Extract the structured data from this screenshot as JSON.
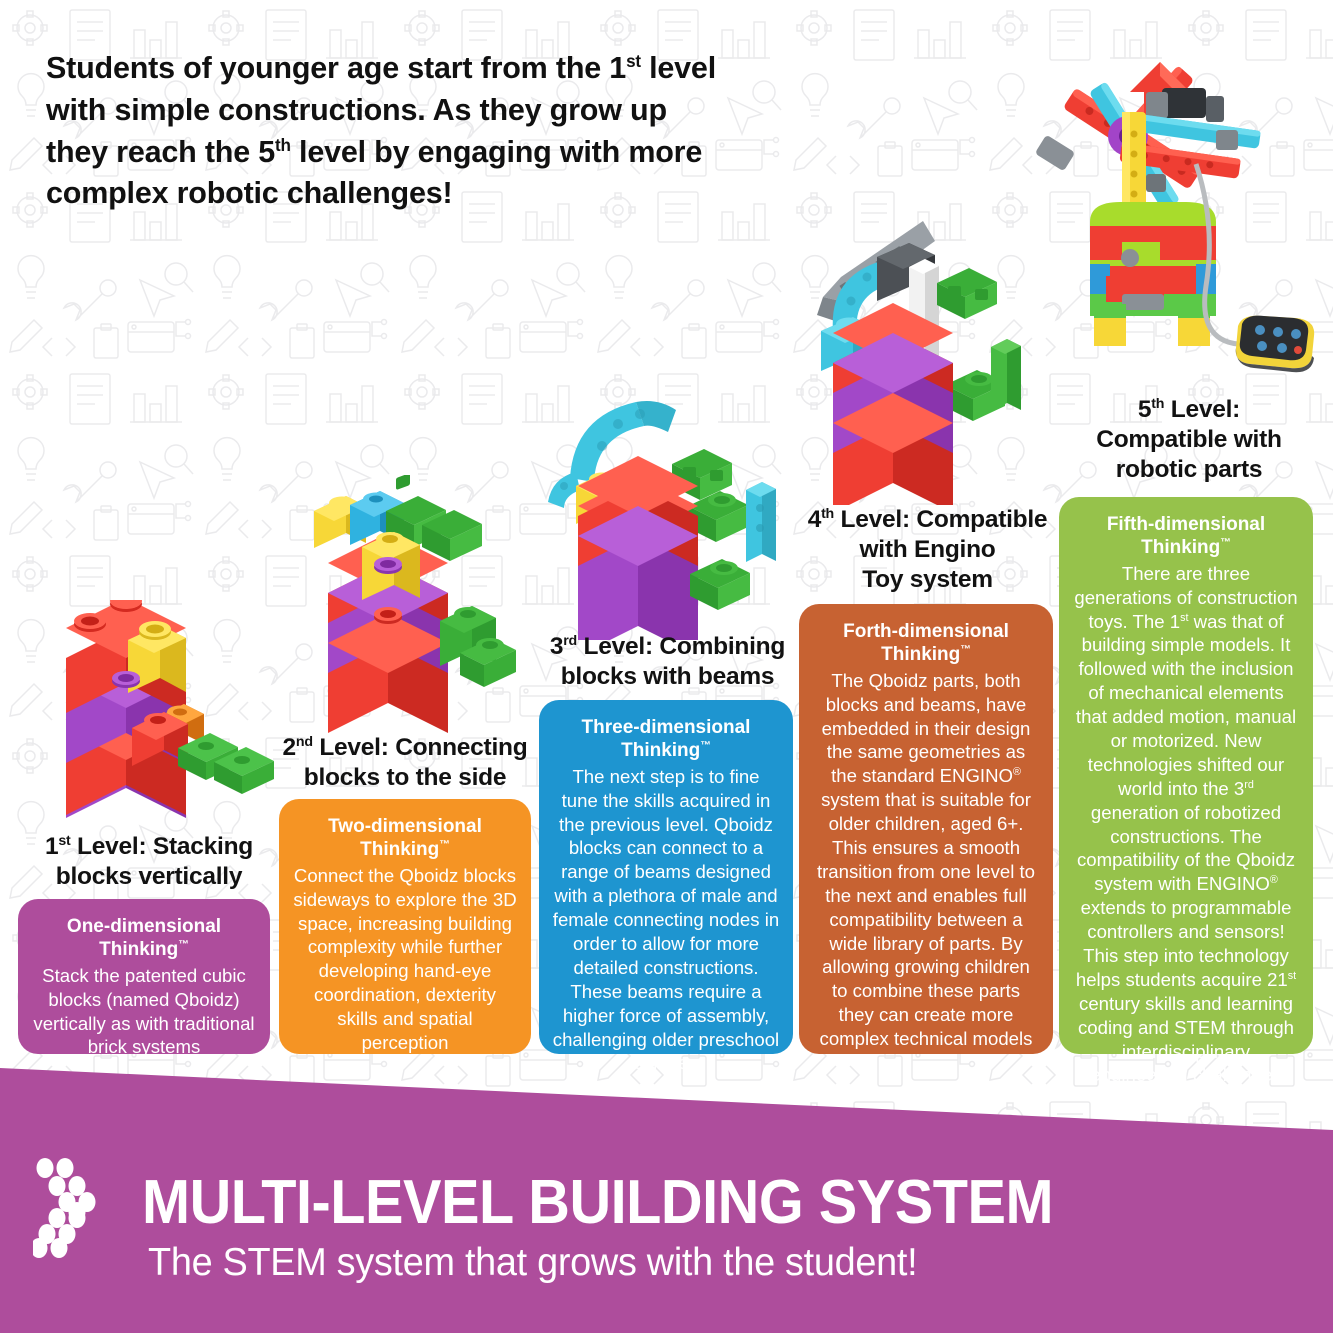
{
  "intro": {
    "line1_a": "Students of younger age start from the 1",
    "line1_sup": "st",
    "line1_b": " level",
    "line2": "with simple constructions. As they grow up",
    "line3_a": "they reach the 5",
    "line3_sup": "th",
    "line3_b": " level by engaging with more",
    "line4": "complex robotic challenges!"
  },
  "levels": [
    {
      "id": "level-1",
      "heading_num": "1",
      "heading_sup": "st",
      "heading_rest_line1": " Level: Stacking",
      "heading_line2": "blocks vertically",
      "card_title_line1": "One-dimensional",
      "card_title_line2": "Thinking",
      "card_title_tm": "™",
      "card_body": "Stack the patented cubic blocks (named Qboidz) vertically as with traditional brick systems",
      "color": "#AE4D9C"
    },
    {
      "id": "level-2",
      "heading_num": "2",
      "heading_sup": "nd",
      "heading_rest_line1": " Level: Connecting",
      "heading_line2": "blocks to the side",
      "card_title_line1": "Two-dimensional",
      "card_title_line2": "Thinking",
      "card_title_tm": "™",
      "card_body": "Connect the Qboidz blocks sideways to explore the 3D space, increasing building complexity while further developing hand-eye coordination, dexterity skills and spatial perception",
      "color": "#F59424"
    },
    {
      "id": "level-3",
      "heading_num": "3",
      "heading_sup": "rd",
      "heading_rest_line1": " Level: Combining",
      "heading_line2": "blocks with beams",
      "card_title_line1": "Three-dimensional",
      "card_title_line2": "Thinking",
      "card_title_tm": "™",
      "card_body": "The next step is to fine tune the skills acquired in the previous level. Qboidz blocks can connect to a range of beams designed with a plethora of male and female connecting nodes in order to allow for more detailed constructions. These beams require a higher force of assembly, challenging older preschool children",
      "color": "#1E95D0"
    },
    {
      "id": "level-4",
      "heading_num": "4",
      "heading_sup": "th",
      "heading_rest_line1": " Level: Compatible",
      "heading_line2": "with Engino",
      "heading_line3": "Toy system",
      "card_title_line1": "Forth-dimensional",
      "card_title_line2": "Thinking",
      "card_title_tm": "™",
      "card_body_1": "The Qboidz parts, both blocks and beams, have embedded in their design the same geometries as the standard ENGINO",
      "card_body_sup": "®",
      "card_body_2": " system that is suitable for older children, aged 6+. This ensures a smooth transition from one level to the next and enables full compatibility between a wide library of parts. By allowing growing children to combine these parts they can create more complex technical models",
      "color": "#C76232"
    },
    {
      "id": "level-5",
      "heading_num": "5",
      "heading_sup": "th",
      "heading_rest_line1": " Level:",
      "heading_line2": "Compatible with",
      "heading_line3": "robotic parts",
      "card_title_line1": "Fifth-dimensional",
      "card_title_line2": "Thinking",
      "card_title_tm": "™",
      "card_body_1": "There are three generations of construction toys. The 1",
      "card_body_sup1": "st",
      "card_body_2": " was that of building simple models. It followed with the inclusion of mechanical elements that added motion, manual or motorized. New technologies shifted our world into the 3",
      "card_body_sup2": "rd",
      "card_body_3": " generation of robotized constructions. The compatibility of the Qboidz system with ENGINO",
      "card_body_sup3": "®",
      "card_body_4": " extends to programmable controllers and sensors! This step into technology helps students acquire 21",
      "card_body_sup4": "st",
      "card_body_5": " century skills and learning coding and STEM through interdisciplinary engineering challenges",
      "color": "#96C24B"
    }
  ],
  "banner": {
    "title": "MULTI-LEVEL BUILDING SYSTEM",
    "subtitle": "The STEM system that grows with the student!",
    "background_color": "#AE4D9C",
    "text_color": "#FFFFFF",
    "logo": "engino-dots-logo"
  }
}
